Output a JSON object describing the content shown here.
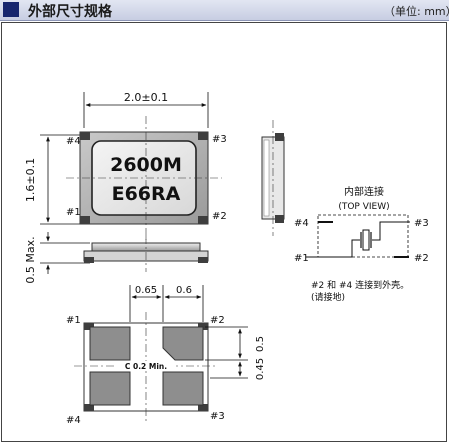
{
  "header": {
    "title": "外部尺寸规格",
    "unit": "（单位: mm）"
  },
  "top_view": {
    "width_dim": "2.0±0.1",
    "height_dim": "1.6±0.1",
    "marking_line1": "2600M",
    "marking_line2": "E66RA",
    "pin_tl": "#4",
    "pin_tr": "#3",
    "pin_bl": "#1",
    "pin_br": "#2"
  },
  "side_view": {
    "max_height": "0.5 Max."
  },
  "internal": {
    "title": "内部连接",
    "subtitle": "(TOP VIEW)",
    "pin_tl": "#4",
    "pin_tr": "#3",
    "pin_bl": "#1",
    "pin_br": "#2",
    "note_line1": "#2 和 #4 连接到外壳。",
    "note_line2": "(请接地)"
  },
  "pad_layout": {
    "dim_a": "0.65",
    "dim_b": "0.6",
    "dim_c": "0.5",
    "dim_d": "0.45",
    "center_label": "C 0.2 Min.",
    "pin_tl": "#1",
    "pin_tr": "#2",
    "pin_bl": "#4",
    "pin_br": "#3"
  }
}
